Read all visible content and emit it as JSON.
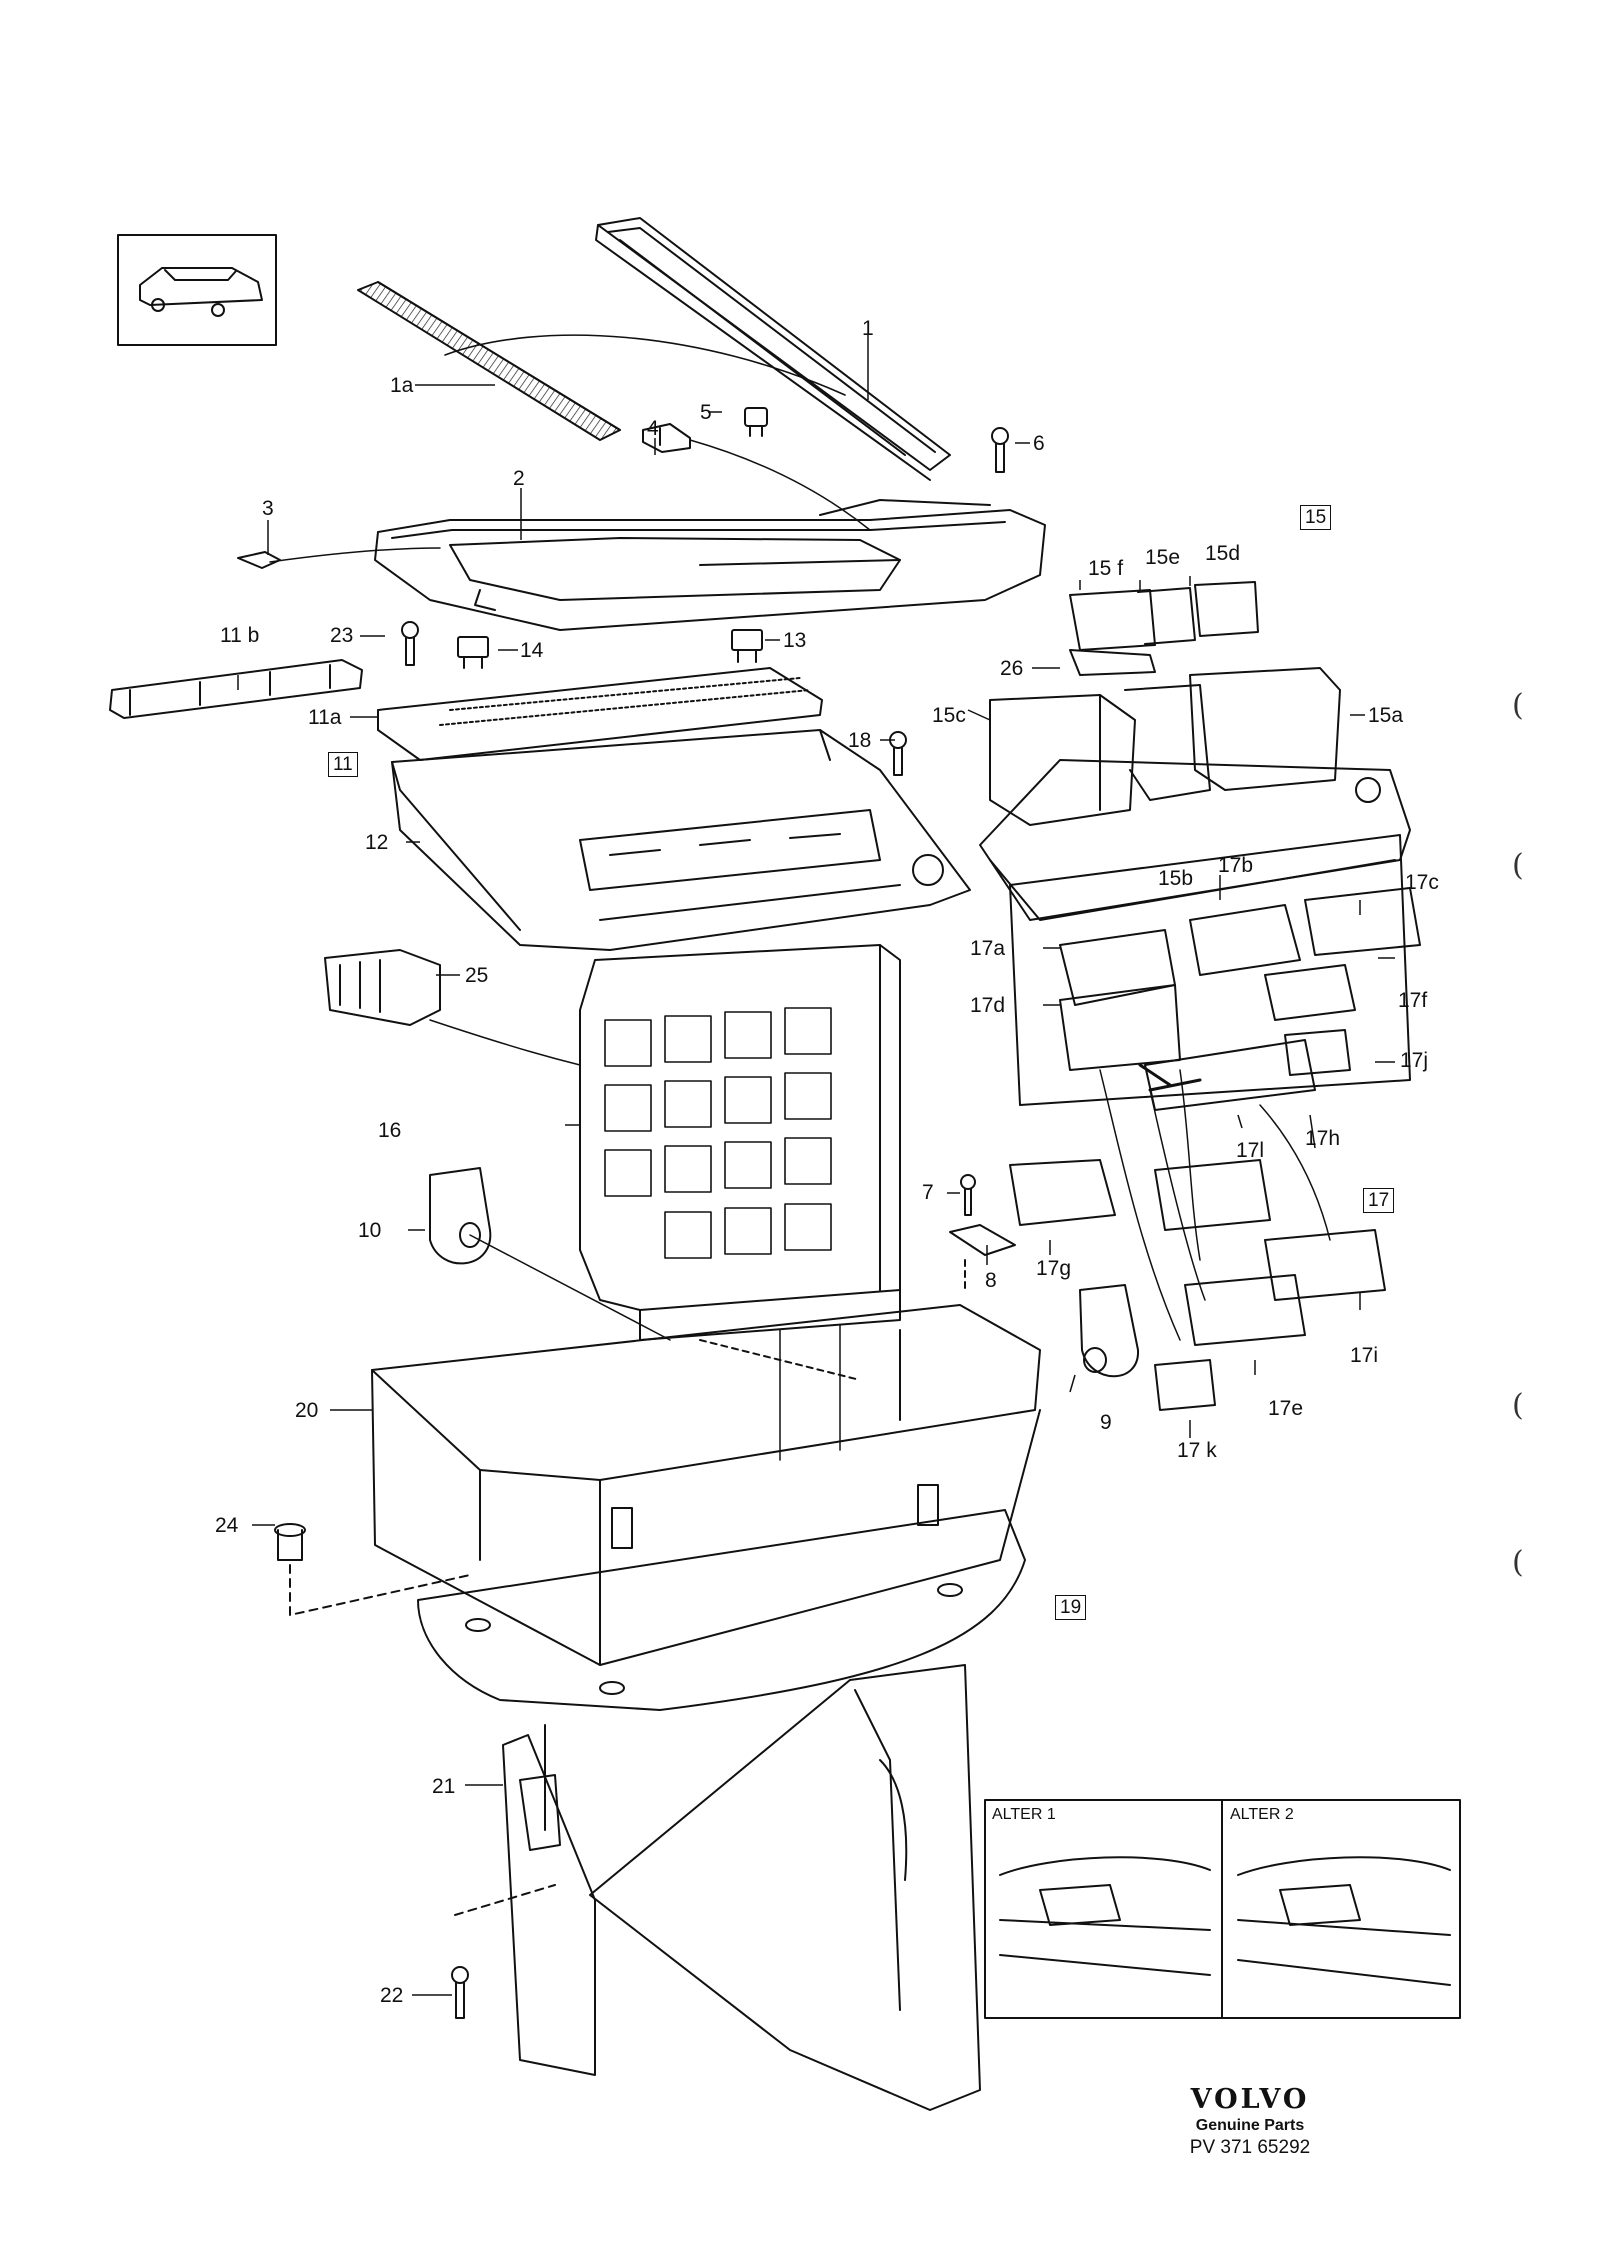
{
  "callouts": {
    "c1": "1",
    "c1a": "1a",
    "c2": "2",
    "c3": "3",
    "c4": "4",
    "c5": "5",
    "c6": "6",
    "c7": "7",
    "c8": "8",
    "c9": "9",
    "c10": "10",
    "c11a": "11a",
    "c11b": "11 b",
    "c12": "12",
    "c13": "13",
    "c14": "14",
    "c15a": "15a",
    "c15b": "15b",
    "c15c": "15c",
    "c15d": "15d",
    "c15e": "15e",
    "c15f": "15 f",
    "c16": "16",
    "c17a": "17a",
    "c17b": "17b",
    "c17c": "17c",
    "c17d": "17d",
    "c17e": "17e",
    "c17f": "17f",
    "c17g": "17g",
    "c17h": "17h",
    "c17i": "17i",
    "c17j": "17j",
    "c17k": "17 k",
    "c17l": "17l",
    "c18": "18",
    "c20": "20",
    "c21": "21",
    "c22": "22",
    "c23": "23",
    "c24": "24",
    "c25": "25",
    "c26": "26"
  },
  "boxed_refs": {
    "b11": "11",
    "b15": "15",
    "b17": "17",
    "b19": "19"
  },
  "inset": {
    "alter1": "ALTER 1",
    "alter2": "ALTER 2"
  },
  "brand": {
    "logo": "VOLVO",
    "subtitle": "Genuine Parts",
    "code": "PV 371 65292"
  },
  "margin_marks": [
    "(",
    "(",
    "(",
    "("
  ]
}
